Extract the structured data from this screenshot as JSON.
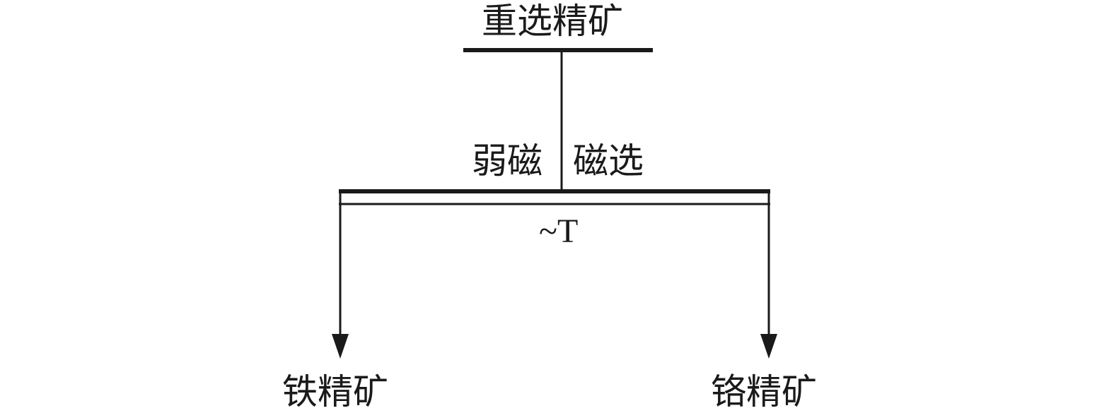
{
  "diagram": {
    "feed": {
      "label": "重选精矿"
    },
    "operation": {
      "label_left": "弱磁",
      "label_right": "磁选",
      "field_strength": "~T"
    },
    "products": [
      {
        "label": "铁精矿"
      },
      {
        "label": "铬精矿"
      }
    ],
    "colors": {
      "line": "#1a1a1a",
      "background": "#ffffff"
    }
  }
}
